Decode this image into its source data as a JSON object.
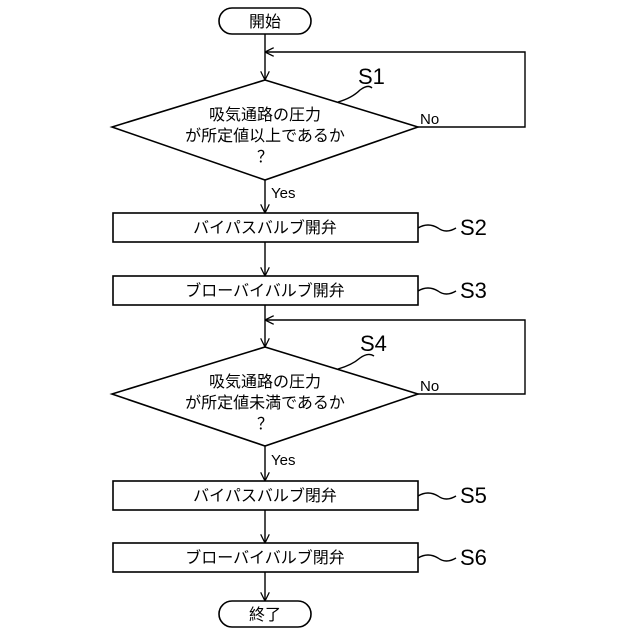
{
  "flowchart": {
    "start": "開始",
    "end": "終了",
    "s1": {
      "step": "S1",
      "line1": "吸気通路の圧力",
      "line2": "が所定値以上であるか",
      "line3": "？",
      "yes": "Yes",
      "no": "No"
    },
    "s2": {
      "step": "S2",
      "label": "バイパスバルブ開弁"
    },
    "s3": {
      "step": "S3",
      "label": "ブローバイバルブ開弁"
    },
    "s4": {
      "step": "S4",
      "line1": "吸気通路の圧力",
      "line2": "が所定値未満であるか",
      "line3": "？",
      "yes": "Yes",
      "no": "No"
    },
    "s5": {
      "step": "S5",
      "label": "バイパスバルブ閉弁"
    },
    "s6": {
      "step": "S6",
      "label": "ブローバイバルブ閉弁"
    }
  }
}
